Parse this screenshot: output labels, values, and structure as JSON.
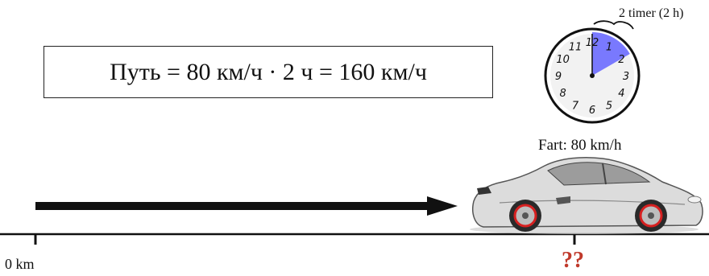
{
  "formula": "Путь = 80 км/ч · 2 ч = 160 км/ч",
  "speed_label": "Fart: 80 km/h",
  "time_label": "2 timer (2 h)",
  "origin_label": "0 km",
  "unknown_label": "??",
  "clock": {
    "numbers": [
      "12",
      "1",
      "2",
      "3",
      "4",
      "5",
      "6",
      "7",
      "8",
      "9",
      "10",
      "11"
    ],
    "elapsed_hours": 2,
    "highlight_color": "#6b6bff"
  },
  "colors": {
    "arrow": "#111111",
    "unknown": "#c0392b",
    "car_body": "#d8d8d8",
    "wheel_accent": "#d62020"
  }
}
